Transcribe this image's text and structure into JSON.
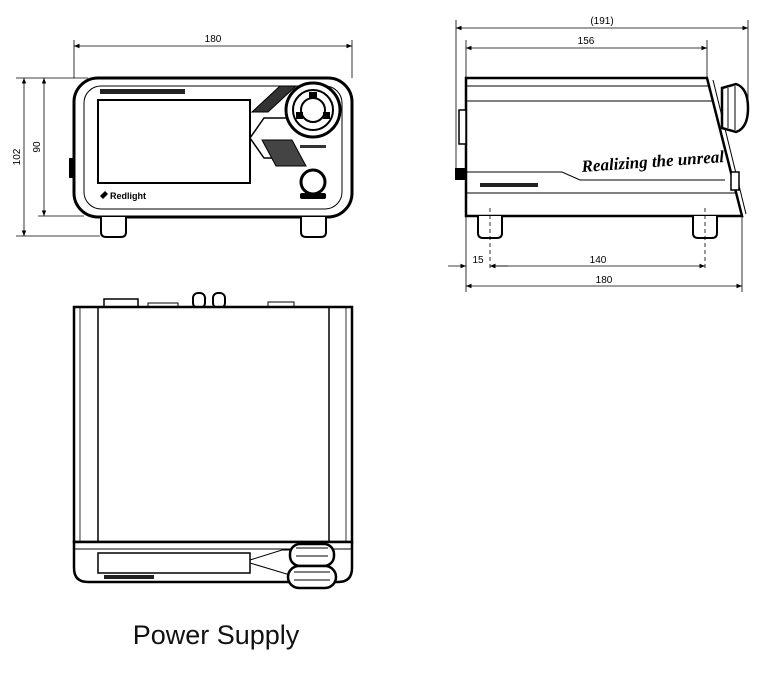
{
  "caption": "Power Supply",
  "front_view": {
    "width": "180",
    "overall_height": "102",
    "body_height": "90",
    "brand": "Redlight"
  },
  "side_view": {
    "overall_depth": "(191)",
    "body_depth": "156",
    "foot_offset": "15",
    "foot_spacing": "140",
    "base_depth": "180",
    "script_text": "Realizing the unreal"
  }
}
